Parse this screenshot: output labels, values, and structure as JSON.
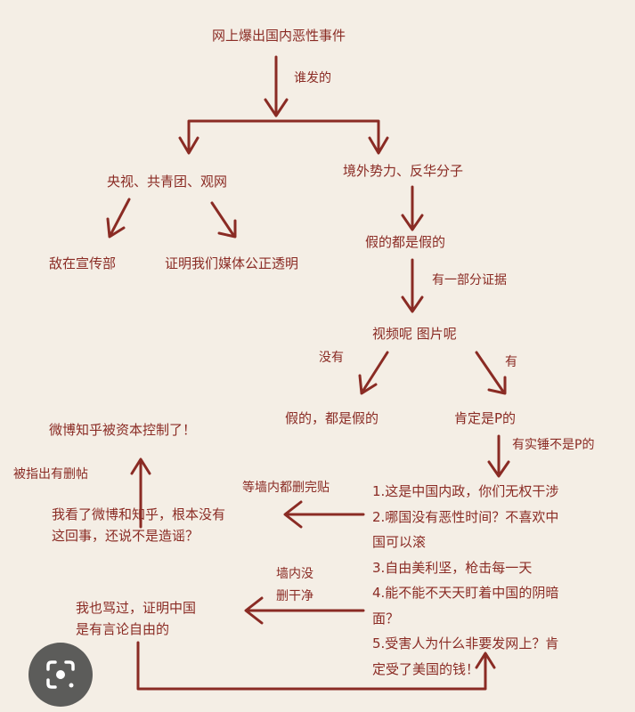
{
  "title": "网上爆出国内恶性事件",
  "q_who": "谁发的",
  "left_branch": "央视、共青团、观网",
  "right_branch": "境外势力、反华分子",
  "left_a": "敌在宣传部",
  "left_b": "证明我们媒体公正透明",
  "fake_all": "假的都是假的",
  "some_evidence": "有一部分证据",
  "ask_media": "视频呢 图片呢",
  "no": "没有",
  "yes": "有",
  "fake_again": "假的，都是假的",
  "photoshopped": "肯定是P的",
  "solid_proof": "有实锤不是P的",
  "excuses": [
    "1.这是中国内政，你们无权干涉",
    "2.哪国没有恶性时间？不喜欢中",
    "国可以滚",
    "3.自由美利坚，枪击每一天",
    "4.能不能不天天盯着中国的阴暗",
    "面？",
    "5.受害人为什么非要发网上？肯",
    "定受了美国的钱！"
  ],
  "wait_delete": "等墙内都删完贴",
  "checked": [
    "我看了微博和知乎，根本没有",
    "这回事，还说不是造谣？"
  ],
  "caught_deleting": "被指出有删帖",
  "capital_control": "微博知乎被资本控制了！",
  "not_clean": [
    "墙内没",
    "删干净"
  ],
  "free_speech": [
    "我也骂过，证明中国",
    "是有言论自由的"
  ],
  "colors": {
    "ink": "#8a2b24",
    "background": "#f4eee5"
  }
}
